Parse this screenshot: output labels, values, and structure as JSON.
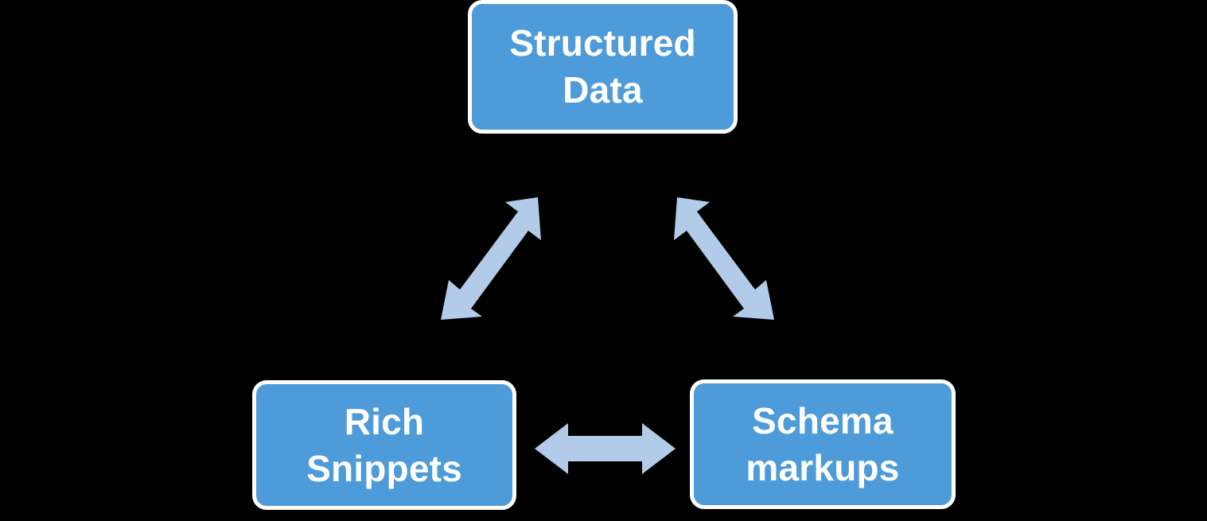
{
  "diagram": {
    "title": "Structured Data relationship diagram",
    "background_color": "#000000",
    "node_fill_color": "#4D9BD8",
    "node_border_color": "#FFFFFF",
    "node_text_color": "#FFFFFF",
    "arrow_color": "#B1CBE9",
    "nodes": [
      {
        "id": "structured-data",
        "label": "Structured\nData",
        "line1": "Structured",
        "line2": "Data",
        "position": "top-center"
      },
      {
        "id": "rich-snippets",
        "label": "Rich\nSnippets",
        "line1": "Rich",
        "line2": "Snippets",
        "position": "bottom-left"
      },
      {
        "id": "schema-markups",
        "label": "Schema\nmarkups",
        "line1": "Schema",
        "line2": "markups",
        "position": "bottom-right"
      }
    ],
    "connectors": [
      {
        "id": "structured-data-to-rich-snippets",
        "from": "structured-data",
        "to": "rich-snippets",
        "style": "double-headed",
        "orientation": "diagonal-down-left"
      },
      {
        "id": "structured-data-to-schema-markups",
        "from": "structured-data",
        "to": "schema-markups",
        "style": "double-headed",
        "orientation": "diagonal-down-right"
      },
      {
        "id": "rich-snippets-to-schema-markups",
        "from": "rich-snippets",
        "to": "schema-markups",
        "style": "double-headed",
        "orientation": "horizontal"
      }
    ]
  }
}
